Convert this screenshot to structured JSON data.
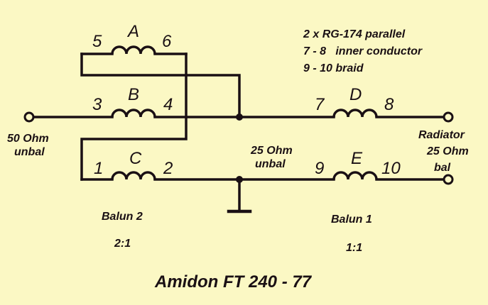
{
  "colors": {
    "background": "#fbf8c4",
    "ink": "#1a1014"
  },
  "windings": {
    "A": {
      "name": "A",
      "pin_left": "5",
      "pin_right": "6"
    },
    "B": {
      "name": "B",
      "pin_left": "3",
      "pin_right": "4"
    },
    "C": {
      "name": "C",
      "pin_left": "1",
      "pin_right": "2"
    },
    "D": {
      "name": "D",
      "pin_left": "7",
      "pin_right": "8"
    },
    "E": {
      "name": "E",
      "pin_left": "9",
      "pin_right": "10"
    }
  },
  "notes": {
    "line1": "2 x RG-174 parallel",
    "line2": "7 - 8   inner conductor",
    "line3": "9 - 10 braid"
  },
  "input": {
    "line1": "50 Ohm",
    "line2": "unbal"
  },
  "middle": {
    "line1": "25 Ohm",
    "line2": "unbal"
  },
  "output": {
    "line1": "Radiator",
    "line2": "25 Ohm",
    "line3": "bal"
  },
  "balun2": {
    "name": "Balun 2",
    "ratio": "2:1"
  },
  "balun1": {
    "name": "Balun 1",
    "ratio": "1:1"
  },
  "title": "Amidon FT 240 - 77"
}
